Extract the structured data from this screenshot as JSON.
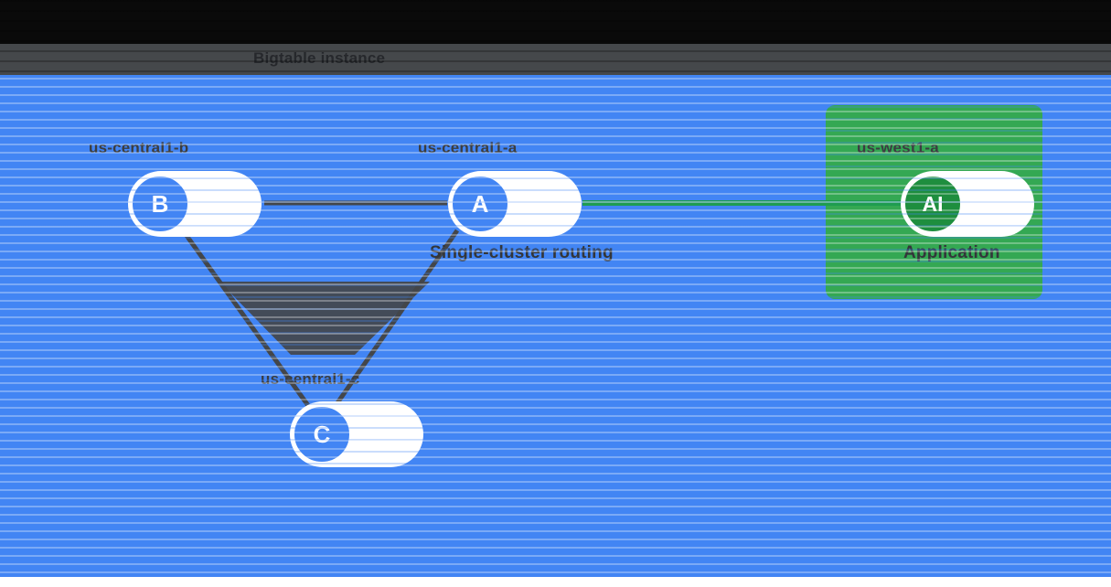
{
  "diagram": {
    "title": "Bigtable instance",
    "nodes": {
      "b": {
        "letter": "B",
        "label": "us-central1-b"
      },
      "a": {
        "letter": "A",
        "label": "us-central1-a",
        "caption": "Single-cluster routing"
      },
      "c": {
        "letter": "C",
        "label": "us-central1-c"
      },
      "ai": {
        "letter": "AI",
        "label": "us-west1-a",
        "caption": "Application"
      }
    },
    "edges": [
      {
        "from": "B",
        "to": "A",
        "style": "dark"
      },
      {
        "from": "B",
        "to": "C",
        "style": "dark"
      },
      {
        "from": "A",
        "to": "C",
        "style": "dark"
      },
      {
        "from": "A",
        "to": "AI",
        "style": "green"
      }
    ],
    "colors": {
      "background_blue": "#4285f4",
      "header_gray": "#45484b",
      "header_black": "#0a0a0a",
      "green_zone": "#34a853",
      "green_node": "#1e8e3e",
      "green_edge": "#1e9c50",
      "dark_edge": "#43464a",
      "node_text": "#ffffff",
      "label_text": "#3a3d41"
    }
  }
}
